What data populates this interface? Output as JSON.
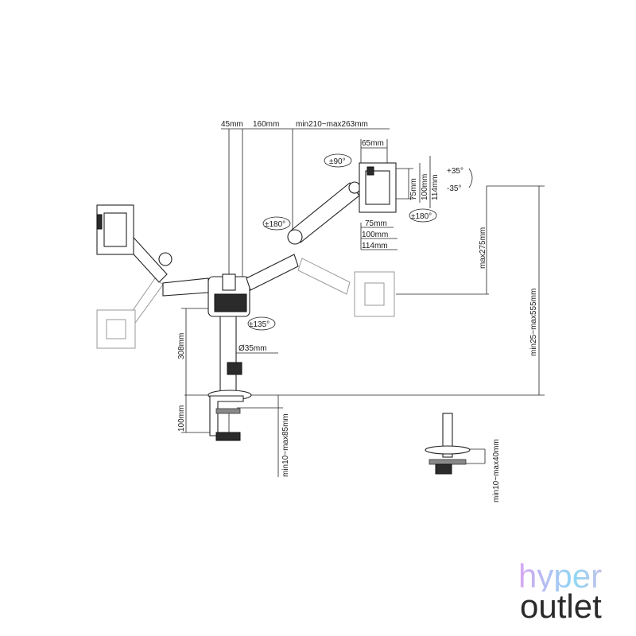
{
  "dimensions": {
    "d45": "45mm",
    "d160": "160mm",
    "dreach": "min210~max263mm",
    "d65": "65mm",
    "d75a": "75mm",
    "d100a": "100mm",
    "d114a": "114mm",
    "d75b": "75mm",
    "d100b": "100mm",
    "d114b": "114mm",
    "dpole": "Ø35mm",
    "d308": "308mm",
    "d100clamp": "100mm",
    "dclamp": "min10~max85mm",
    "dgrommet": "min10~max40mm",
    "dheight": "min25~max555mm",
    "dmax275": "max275mm"
  },
  "rotations": {
    "tilt_up": "+35°",
    "tilt_down": "-35°",
    "rot90": "±90°",
    "rot180_arm": "±180°",
    "rot180_vesa": "±180°",
    "rot135": "±135°"
  },
  "logo": {
    "line1": "hyper",
    "line2": "outlet"
  }
}
